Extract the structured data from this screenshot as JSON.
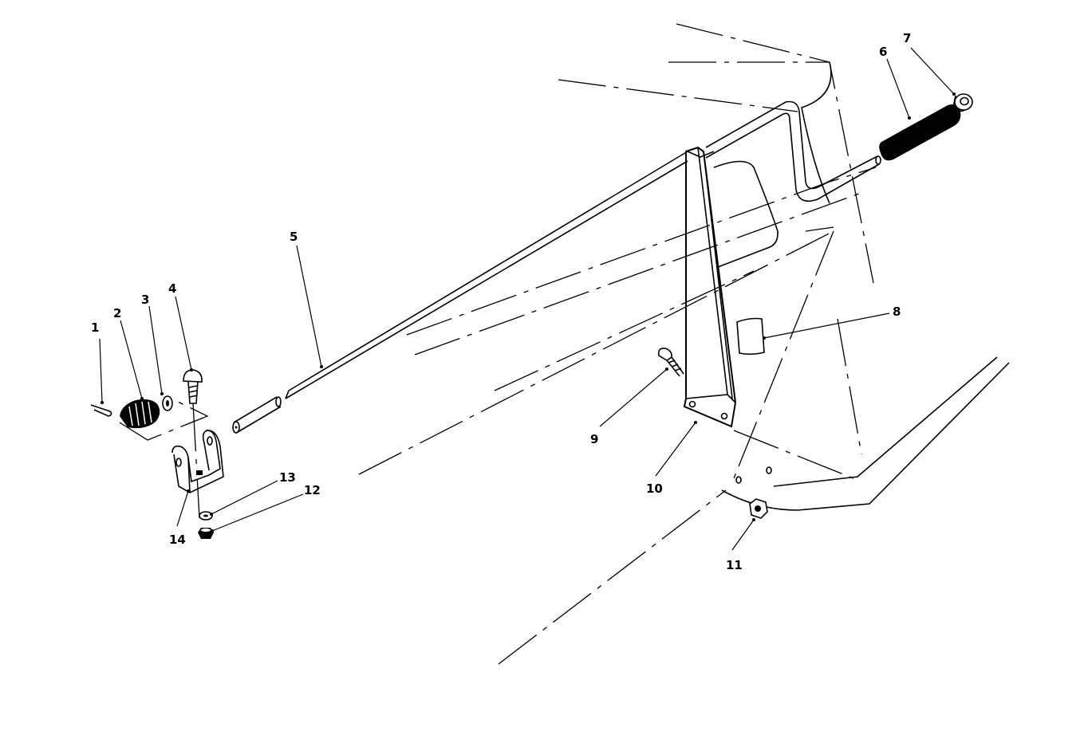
{
  "diagram": {
    "callouts": [
      {
        "id": "c1",
        "label": "1"
      },
      {
        "id": "c2",
        "label": "2"
      },
      {
        "id": "c3",
        "label": "3"
      },
      {
        "id": "c4",
        "label": "4"
      },
      {
        "id": "c5",
        "label": "5"
      },
      {
        "id": "c6",
        "label": "6"
      },
      {
        "id": "c7",
        "label": "7"
      },
      {
        "id": "c8",
        "label": "8"
      },
      {
        "id": "c9",
        "label": "9"
      },
      {
        "id": "c10",
        "label": "10"
      },
      {
        "id": "c11",
        "label": "11"
      },
      {
        "id": "c12",
        "label": "12"
      },
      {
        "id": "c13",
        "label": "13"
      },
      {
        "id": "c14",
        "label": "14"
      }
    ]
  },
  "colors": {
    "line": "#000000",
    "background": "#ffffff"
  }
}
